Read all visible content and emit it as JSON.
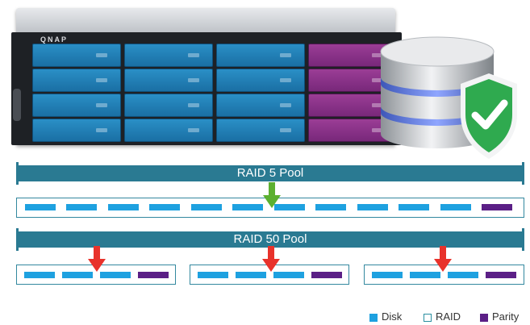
{
  "nas": {
    "brand": "QNAP"
  },
  "pools": [
    {
      "label": "RAID 5 Pool"
    },
    {
      "label": "RAID 50 Pool"
    }
  ],
  "legend": [
    {
      "label": "Disk",
      "color": "#1ea1e0",
      "style": "filled"
    },
    {
      "label": "RAID",
      "color": "#2a8fa0",
      "style": "outline"
    },
    {
      "label": "Parity",
      "color": "#5b1f86",
      "style": "filled"
    }
  ],
  "icons": [
    "nas-enclosure-icon",
    "database-icon",
    "shield-check-icon",
    "arrow-down-icon"
  ],
  "colors": {
    "disk": "#1ea1e0",
    "parity": "#5b1f86",
    "pool_bar": "#2a7a92",
    "raid5_arrow": "#5cb030",
    "raid50_arrow": "#e8322b"
  }
}
